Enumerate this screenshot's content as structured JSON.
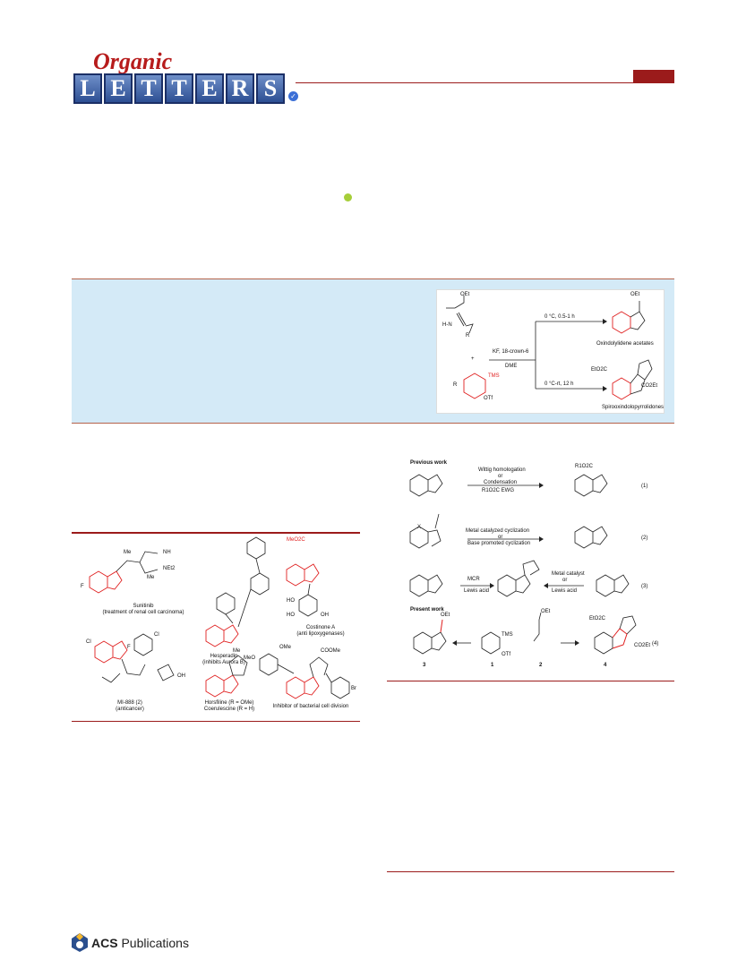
{
  "header": {
    "organic": "Organic",
    "letters": [
      "L",
      "E",
      "T",
      "T",
      "E",
      "R",
      "S"
    ]
  },
  "toc": {
    "oet_top": "OEt",
    "hn": "H-N",
    "r1": "R",
    "plus": "+",
    "tms": "TMS",
    "otf": "OTf",
    "r": "R",
    "reagent": "KF, 18-crown-6",
    "solvent": "DME",
    "cond_top": "0 °C, 0.5-1 h",
    "cond_bot": "0 °C-rt, 12 h",
    "product_top": "Oxindolylidene acetates",
    "product_bot": "Spirooxindolopyrrolidones",
    "oet_prod": "OEt",
    "eto2c": "EtO2C",
    "co2et": "CO2Et"
  },
  "figure1": {
    "labels": [
      {
        "name": "Sunitinib",
        "note": "(treatment of renal cell carcinoma)"
      },
      {
        "name": "Hesperadin",
        "note": "(inhibits Aurora B)"
      },
      {
        "name": "Costinone A",
        "note": "(anti lipoxygenases)"
      },
      {
        "name": "MI-888 (2)",
        "note": "(anticancer)"
      },
      {
        "name": "Horsfiline (R = OMe)",
        "note": "Coerulescine (R = H)"
      },
      {
        "name": "Inhibitor of bacterial cell division",
        "note": ""
      }
    ],
    "atoms": {
      "me1": "Me",
      "me2": "Me",
      "net2": "NEt2",
      "nh": "NH",
      "f": "F",
      "cl1": "Cl",
      "cl2": "Cl",
      "f2": "F",
      "oh": "OH",
      "meo2c": "MeO2C",
      "ho1": "HO",
      "ho2": "HO",
      "oh2": "OH",
      "ome": "OMe",
      "meo": "MeO",
      "cooMe": "COOMe",
      "br": "Br",
      "me3": "Me"
    }
  },
  "scheme1": {
    "previous_work": "Previous work",
    "present_work": "Present work",
    "row1_top": "Wittig homologation",
    "row1_or": "or",
    "row1_bot": "Condensation",
    "row1_reagent": "R1O2C   EWG",
    "row2_top": "Metal catalyzed cyclization",
    "row2_or": "or",
    "row2_bot": "Base promoted cyclization",
    "mcr": "MCR",
    "lewis1": "Lewis acid",
    "metal_cat": "Metal catalyst",
    "or3": "or",
    "lewis2": "Lewis acid",
    "eq1": "(1)",
    "eq2": "(2)",
    "eq3": "(3)",
    "eq4": "(4)",
    "cmp3": "3",
    "cmp1": "1",
    "cmp2": "2",
    "cmp4": "4",
    "r1o2c": "R1O2C",
    "x": "X",
    "tms": "TMS",
    "otf": "OTf",
    "oet": "OEt",
    "eto2c": "EtO2C",
    "co2et": "CO2Et"
  },
  "footer": {
    "acs": "ACS",
    "publications": "Publications"
  }
}
